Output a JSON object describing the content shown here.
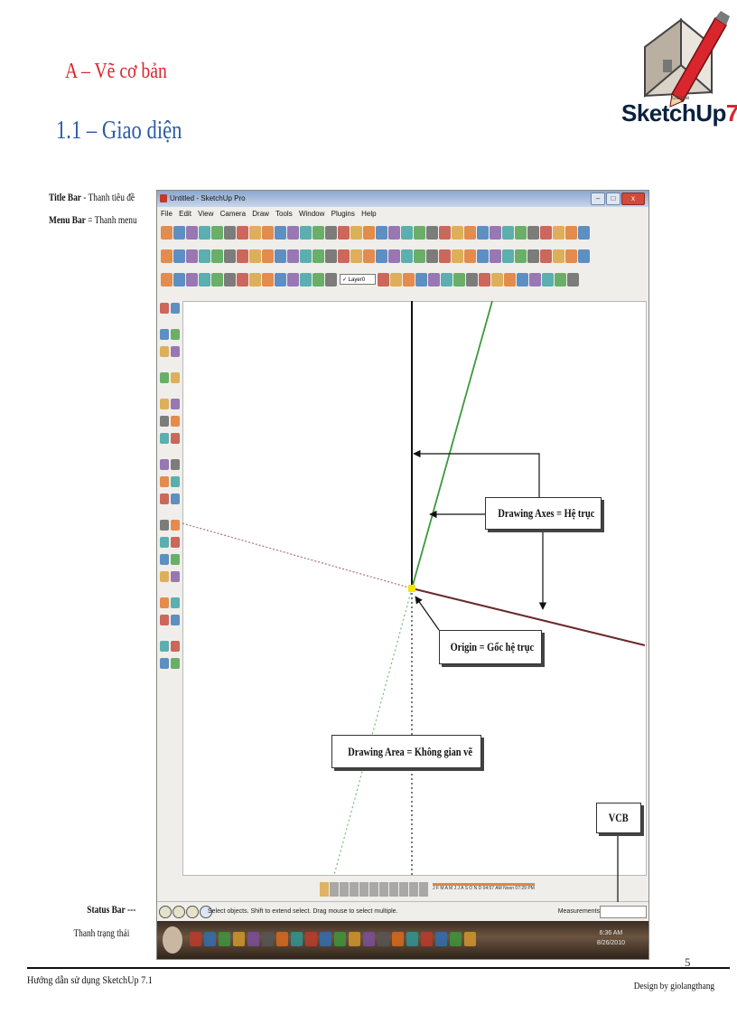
{
  "heading": {
    "section": "A – Vẽ cơ bản",
    "subsection": "1.1 – Giao diện"
  },
  "logo": {
    "brand_text": "SketchUp",
    "version": "7",
    "google_text": "Google"
  },
  "labels": {
    "title_bar_term": "Title Bar",
    "title_bar_desc": "- Thanh tiêu đề",
    "menu_bar_term": "Menu Bar",
    "menu_bar_desc": "= Thanh menu",
    "status_bar_term": "Status Bar",
    "status_bar_dash": "---",
    "status_bar_desc": "Thanh trạng thái"
  },
  "screenshot": {
    "window_title": "Untitled - SketchUp Pro",
    "window_buttons": [
      "–",
      "□",
      "x"
    ],
    "menu": [
      "File",
      "Edit",
      "View",
      "Camera",
      "Draw",
      "Tools",
      "Window",
      "Plugins",
      "Help"
    ],
    "layer_value": "✓ Layer0",
    "bottom_toolbar_text": "J F M A M J J A S O N D  04:57 AM  Noon  07:29 PM",
    "status_text": "Select objects. Shift to extend select. Drag mouse to select multiple.",
    "measurements_label": "Measurements",
    "clock_time": "6:36 AM",
    "clock_date": "8/26/2010"
  },
  "callouts": {
    "axes": "Drawing Axes = Hệ trục",
    "origin": "Origin = Gốc hệ trục",
    "area": "Drawing Area = Không gian vẽ",
    "vcb": "VCB"
  },
  "footer": {
    "left": "Hướng dẫn sử dụng SketchUp 7.1",
    "right": "Design by giolangthang",
    "page_number": "5"
  },
  "colors": {
    "heading_red": "#d8262c",
    "heading_blue": "#2b5ba8",
    "axis_green": "#3c9a3c",
    "axis_red": "#8a3030",
    "origin_yellow": "#f2e600"
  }
}
